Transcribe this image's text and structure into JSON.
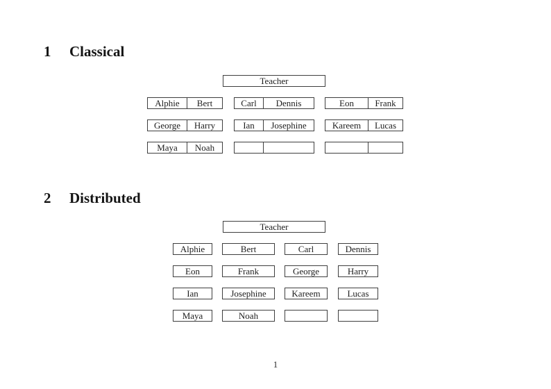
{
  "document": {
    "page_number": "1"
  },
  "sections": [
    {
      "number": "1",
      "title": "Classical",
      "teacher_label": "Teacher",
      "rows": [
        [
          [
            "Alphie",
            "Bert"
          ],
          [
            "Carl",
            "Dennis"
          ],
          [
            "Eon",
            "Frank"
          ]
        ],
        [
          [
            "George",
            "Harry"
          ],
          [
            "Ian",
            "Josephine"
          ],
          [
            "Kareem",
            "Lucas"
          ]
        ],
        [
          [
            "Maya",
            "Noah"
          ],
          [
            "",
            ""
          ],
          [
            "",
            ""
          ]
        ]
      ]
    },
    {
      "number": "2",
      "title": "Distributed",
      "teacher_label": "Teacher",
      "rows": [
        [
          "Alphie",
          "Bert",
          "Carl",
          "Dennis"
        ],
        [
          "Eon",
          "Frank",
          "George",
          "Harry"
        ],
        [
          "Ian",
          "Josephine",
          "Kareem",
          "Lucas"
        ],
        [
          "Maya",
          "Noah",
          "",
          ""
        ]
      ]
    }
  ]
}
